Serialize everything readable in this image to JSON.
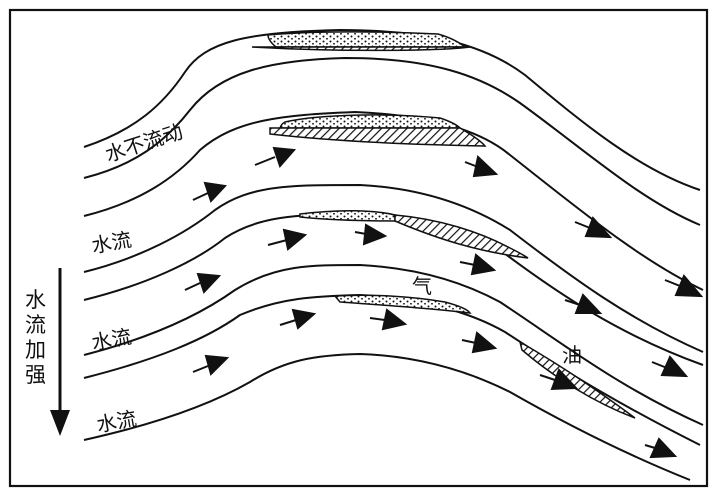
{
  "labels": {
    "layer1": "水不流动",
    "layer2": "水流",
    "layer3": "水流",
    "layer4": "水流",
    "gas": "气",
    "oil": "油",
    "side_chars": [
      "水",
      "流",
      "加",
      "强"
    ]
  },
  "colors": {
    "line": "#111111",
    "background": "#ffffff"
  }
}
